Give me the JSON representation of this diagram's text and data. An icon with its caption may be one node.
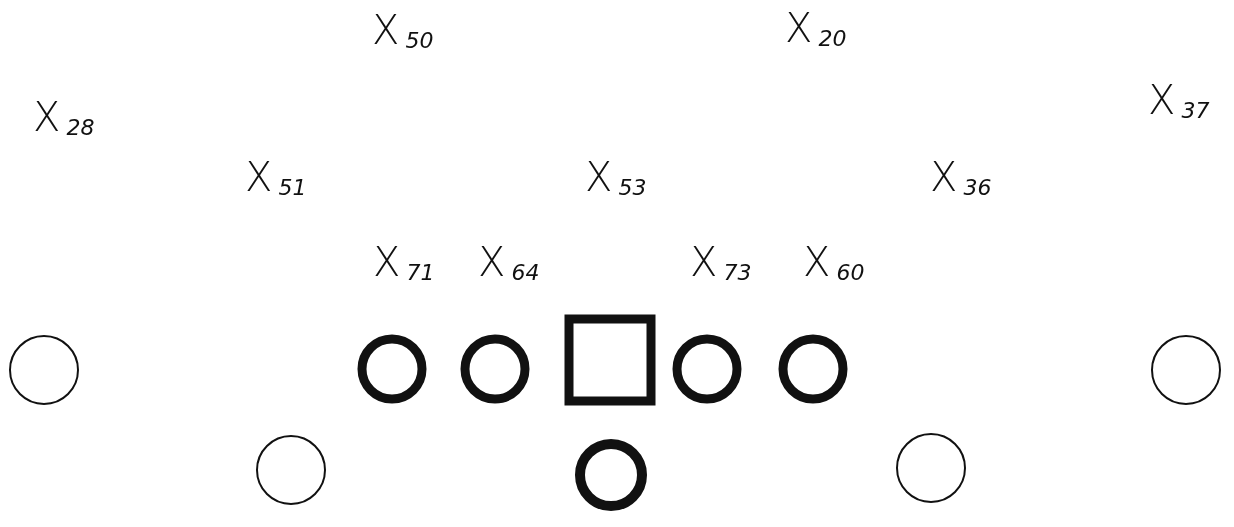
{
  "diagram": {
    "nodes": [
      {
        "text": [],
        "shape": "circle"
      },
      {
        "text": [],
        "shape": "circle"
      },
      {
        "text": [],
        "shape": "circle"
      },
      {
        "text": [],
        "shape": "box"
      },
      {
        "text": [],
        "shape": "circle"
      },
      {
        "text": [],
        "shape": "circle"
      },
      {
        "text": [],
        "shape": "circle"
      },
      {
        "text": [],
        "shape": "circle"
      },
      {
        "text": [],
        "shape": "circle"
      },
      {
        "text": [],
        "shape": "circle"
      }
    ],
    "labels": [
      "X$_{50}$",
      "X$_{20}$",
      "X$_{28}$",
      "X$_{37}$",
      "X$_{51}$",
      "X$_{53}$",
      "X$_{36}$",
      "X$_{71}$",
      "X$_{64}$",
      "X$_{73}$",
      "X$_{60}$"
    ]
  }
}
